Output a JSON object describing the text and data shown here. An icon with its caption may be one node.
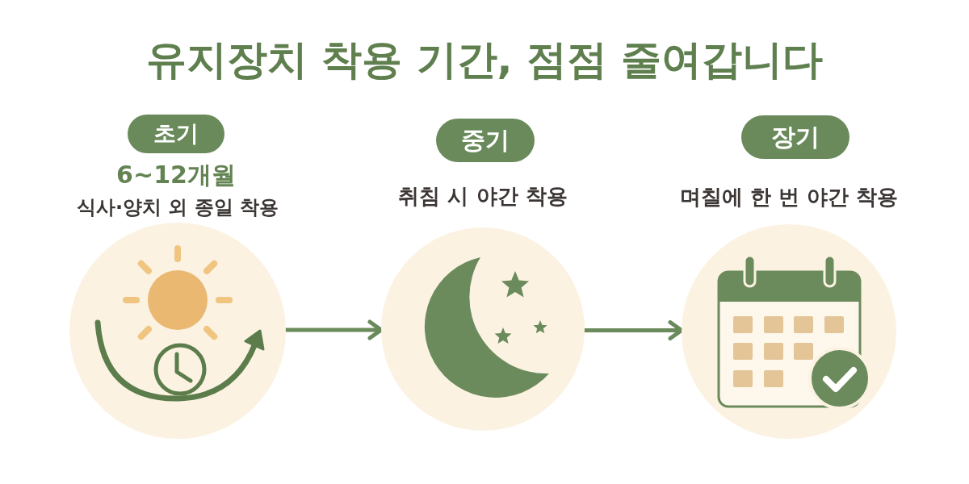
{
  "diagram": {
    "title": "유지장치 착용 기간, 점점 줄여갑니다",
    "nodes": [
      {
        "text": [
          "초기"
        ],
        "beside": [
          "6~12개월"
        ]
      },
      {
        "text": [],
        "shape": "picture",
        "beside": [
          "식사·양치 외 종일 착용"
        ]
      },
      {
        "text": [
          "중기"
        ]
      },
      {
        "text": [],
        "shape": "picture",
        "beside": [
          "취침 시 야간 착용"
        ]
      },
      {
        "text": [
          "장기"
        ]
      },
      {
        "text": [],
        "shape": "picture",
        "beside": [
          "며칠에 한 번 야간 착용"
        ]
      }
    ],
    "edges": [
      {
        "from": 1,
        "to": 3,
        "arrow": "to"
      },
      {
        "from": 3,
        "to": 5,
        "arrow": "to"
      }
    ]
  }
}
